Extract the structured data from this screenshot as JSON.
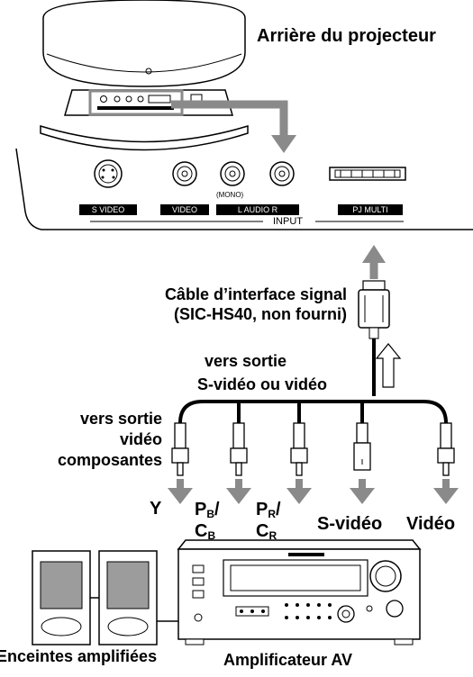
{
  "projector": {
    "title": "Arrière du projecteur"
  },
  "panel": {
    "ports": [
      "S VIDEO",
      "VIDEO",
      "L  AUDIO  R",
      "PJ MULTI"
    ],
    "mono_label": "(MONO)",
    "input_label": "INPUT"
  },
  "cable": {
    "title_line1": "Câble d’interface signal",
    "title_line2": "(SIC-HS40, non fourni)"
  },
  "signals": {
    "svideo_out_line1": "vers sortie",
    "svideo_out_line2": "S-vidéo ou vidéo",
    "component_out_line1": "vers sortie",
    "component_out_line2": "vidéo",
    "component_out_line3": "composantes"
  },
  "connectors": {
    "y": "Y",
    "pb_main": "P",
    "pb_sub": "B",
    "cb_main": "C",
    "cb_sub": "B",
    "pr_main": "P",
    "pr_sub": "R",
    "cr_main": "C",
    "cr_sub": "R",
    "svideo": "S-vidéo",
    "video": "Vidéo"
  },
  "devices": {
    "speakers": "Enceintes amplifiées",
    "amplifier": "Amplificateur AV"
  },
  "colors": {
    "arrow": "#8a8a8a",
    "line": "#000000",
    "speaker_panel": "#9c9c9c",
    "background": "#ffffff"
  }
}
